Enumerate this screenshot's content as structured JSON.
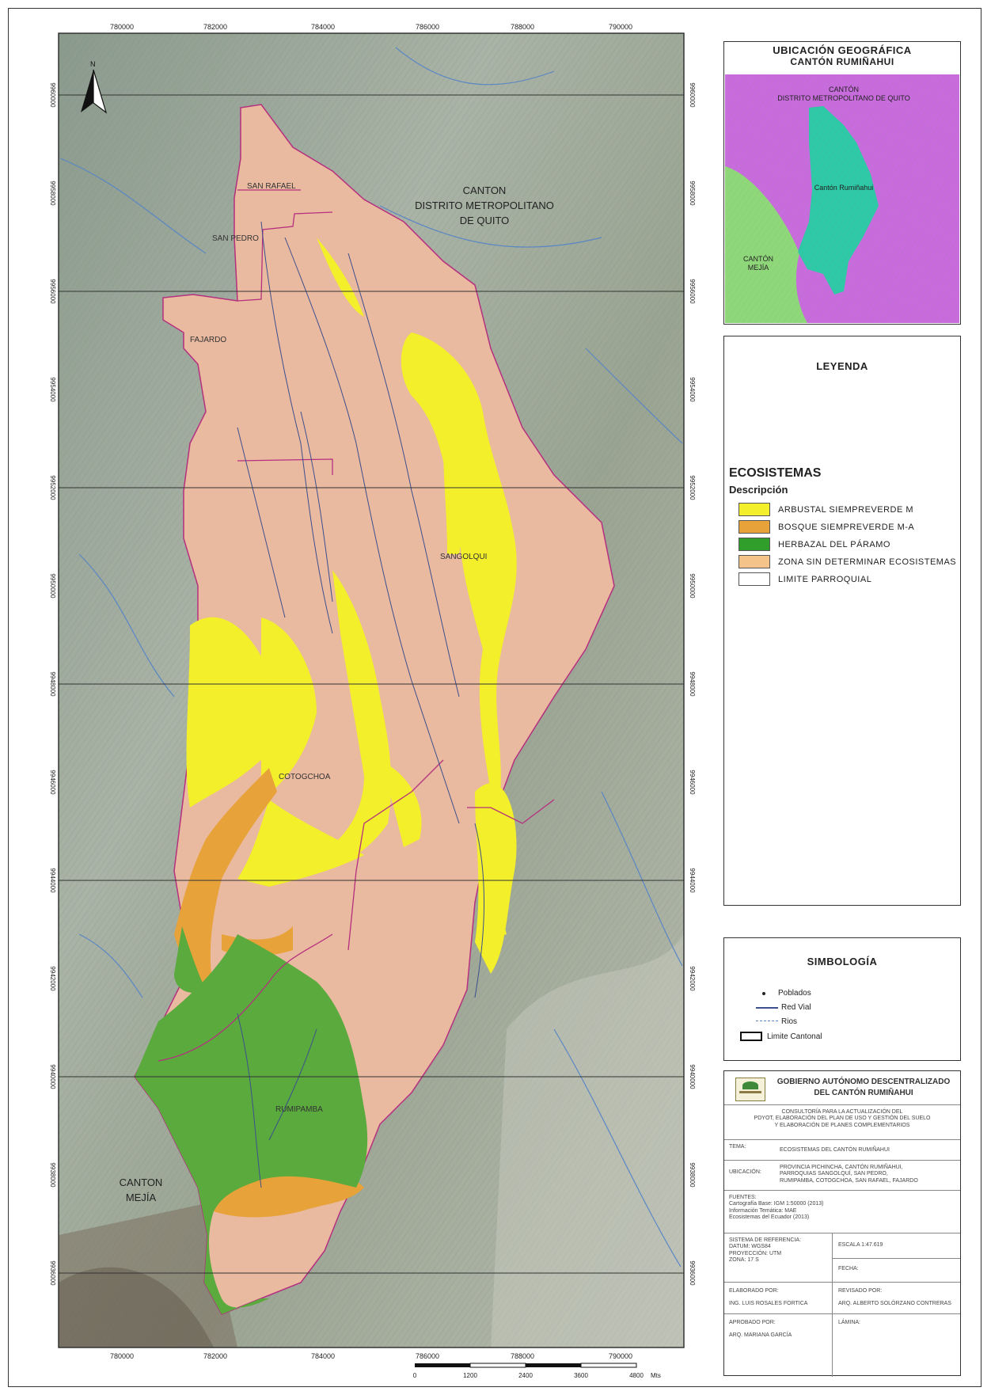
{
  "x_ticks": [
    "780000",
    "782000",
    "784000",
    "786000",
    "788000",
    "790000"
  ],
  "y_ticks": [
    "9960000",
    "9958000",
    "9956000",
    "9954000",
    "9952000",
    "9950000",
    "9948000",
    "9946000",
    "9944000",
    "9942000",
    "9940000",
    "9938000",
    "9936000"
  ],
  "north_label": "N",
  "place_labels": {
    "san_rafael": "SAN RAFAEL",
    "san_pedro": "SAN PEDRO",
    "fajardo": "FAJARDO",
    "sangolqui": "SANGOLQUI",
    "cotogchoa": "COTOGCHOA",
    "rumipamba": "RUMIPAMBA",
    "quito_line1": "CANTON",
    "quito_line2": "DISTRITO METROPOLITANO",
    "quito_line3": "DE QUITO",
    "mejia_line1": "CANTON",
    "mejia_line2": "MEJÍA"
  },
  "scale_bar": {
    "labels": [
      "0",
      "1200",
      "2400",
      "3600",
      "4800"
    ],
    "unit": "Mts"
  },
  "location_map": {
    "title_line1": "UBICACIÓN GEOGRÁFICA",
    "title_line2": "CANTÓN RUMIÑAHUI",
    "label_dmq1": "CANTÓN",
    "label_dmq2": "DISTRITO METROPOLITANO DE QUITO",
    "label_rum": "Cantón Rumiñahui",
    "label_mej1": "CANTÓN",
    "label_mej2": "MEJÍA",
    "colors": {
      "dmq": "#c86bdc",
      "rum": "#2ec9a6",
      "mej": "#8fd87a"
    }
  },
  "legend": {
    "title": "LEYENDA",
    "subtitle": "ECOSISTEMAS",
    "desc": "Descripción",
    "items": [
      {
        "label": "ARBUSTAL SIEMPREVERDE M",
        "color": "#f3ef2a"
      },
      {
        "label": "BOSQUE SIEMPREVERDE M-A",
        "color": "#e8a23a"
      },
      {
        "label": "HERBAZAL DEL PÁRAMO",
        "color": "#2f9e2a"
      },
      {
        "label": "ZONA SIN DETERMINAR ECOSISTEMAS",
        "color": "#f4c38a"
      },
      {
        "label": "LIMITE PARROQUIAL",
        "color": "#ffffff"
      }
    ]
  },
  "symbology": {
    "title": "SIMBOLOGÍA",
    "items": [
      "Poblados",
      "Red Vial",
      "Rios",
      "Limite Cantonal"
    ]
  },
  "title_block": {
    "org_line1": "GOBIERNO AUTÓNOMO DESCENTRALIZADO",
    "org_line2": "DEL CANTÓN RUMIÑAHUI",
    "project_line1": "CONSULTORÍA PARA LA ACTUALIZACIÓN DEL",
    "project_line2": "PDYOT, ELABORACIÓN DEL PLAN DE USO Y GESTIÓN DEL SUELO",
    "project_line3": "Y ELABORACIÓN DE PLANES COMPLEMENTARIOS",
    "tema_label": "TEMA:",
    "tema_value": "ECOSISTEMAS DEL CANTÓN RUMIÑAHUI",
    "ubicacion_label": "UBICACIÓN:",
    "ubicacion_l1": "PROVINCIA PICHINCHA, CANTÓN RUMIÑAHUI,",
    "ubicacion_l2": "PARROQUIAS SANGOLQUÍ, SAN PEDRO,",
    "ubicacion_l3": "RUMIPAMBA, COTOGCHOA, SAN RAFAEL, FAJARDO",
    "fuentes_label": "FUENTES:",
    "fuentes_l1": "Cartografía Base: IGM 1:50000 (2013)",
    "fuentes_l2": "Información Temática: MAE",
    "fuentes_l3": "Ecosistemas del Ecuador (2013)",
    "sistema_label": "SISTEMA DE REFERENCIA:",
    "sistema_l1": "DATUM: WGS84",
    "sistema_l2": "PROYECCIÓN: UTM",
    "sistema_l3": "ZONA: 17 S",
    "escala_label": "ESCALA 1:47.619",
    "fecha_label": "FECHA:",
    "elaborado_label": "ELABORADO POR:",
    "elaborado_value": "ING. LUIS ROSALES FORTICA",
    "revisado_label": "REVISADO POR:",
    "revisado_value": "ARQ. ALBERTO SOLÓRZANO CONTRERAS",
    "aprobado_label": "APROBADO POR:",
    "aprobado_value": "ARQ. MARIANA GARCÍA",
    "lamina_label": "LÁMINA:"
  }
}
